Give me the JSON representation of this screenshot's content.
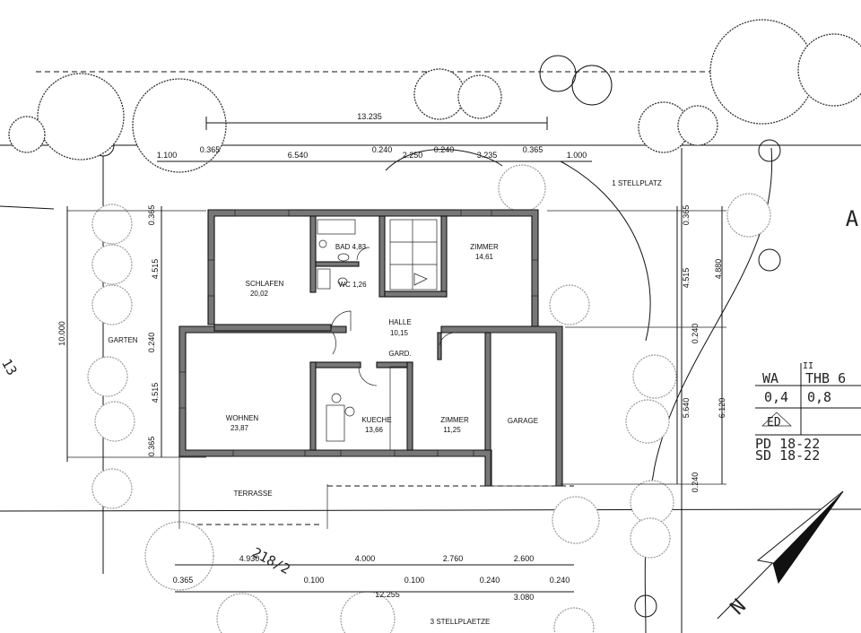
{
  "rooms": {
    "schlafen": {
      "name": "SCHLAFEN",
      "area": "20,02"
    },
    "bad": {
      "label": "BAD 4,83"
    },
    "wc": {
      "label": "WC  1,26"
    },
    "zimmer1": {
      "name": "ZIMMER",
      "area": "14,61"
    },
    "halle": {
      "name": "HALLE",
      "area": "10,15"
    },
    "gard": {
      "label": "GARD."
    },
    "wohnen": {
      "name": "WOHNEN",
      "area": "23,87"
    },
    "kueche": {
      "name": "KUECHE",
      "area": "13,66"
    },
    "zimmer2": {
      "name": "ZIMMER",
      "area": "11,25"
    },
    "garage": {
      "name": "GARAGE"
    }
  },
  "labels": {
    "terrasse": "TERRASSE",
    "garten": "GARTEN",
    "stellplatz": "1 STELLPLATZ",
    "stellplaetze": "3 STELLPLAETZE",
    "parcel": "218/2",
    "left_num": "13",
    "letter_a": "A",
    "north": "N"
  },
  "dimensions": {
    "top_overall": "13.235",
    "top": [
      "1.100",
      "0.365",
      "6.540",
      "0.240",
      "2.250",
      "0.240",
      "3.235",
      "0.365",
      "1.000"
    ],
    "left_outer": "10.000",
    "left": [
      "0.365",
      "4.515",
      "0.240",
      "4.515",
      "0.365"
    ],
    "right_inner": [
      "0.365",
      "4.515",
      "0.240",
      "5.640",
      "0.240"
    ],
    "right_outer": [
      "4.880",
      "6.120"
    ],
    "bottom": [
      "0.365",
      "4.930",
      "4.000",
      "0.100",
      "2.760",
      "0.240",
      "2.600",
      "0.240"
    ],
    "bottom2": [
      "0.100",
      "12.255",
      "3.080"
    ]
  },
  "legend": {
    "wa": "WA",
    "geschoss": "II",
    "thb": "THB 6",
    "grz": "0,4",
    "gfz": "0,8",
    "ed": "ED",
    "pd": "PD 18-22",
    "sd": "SD 18-22"
  },
  "colors": {
    "line": "#111111",
    "wall_fill": "#777777",
    "tree_light": "#999999"
  }
}
